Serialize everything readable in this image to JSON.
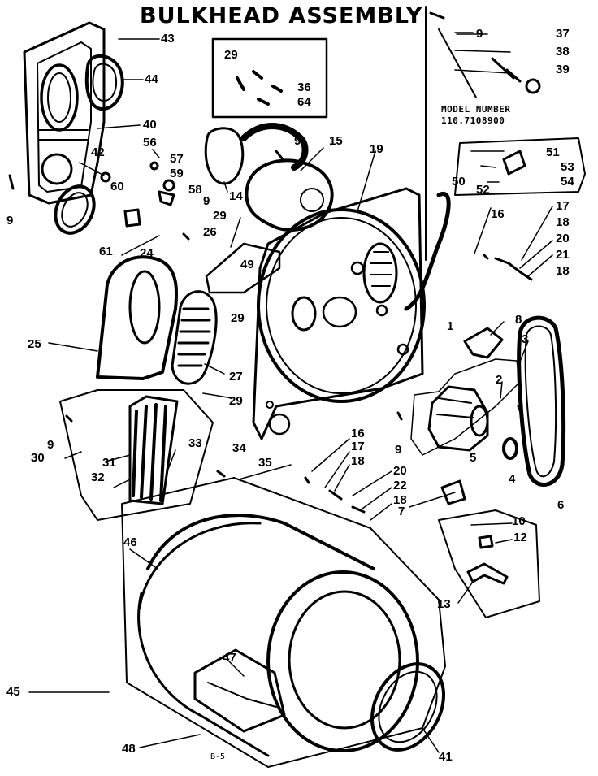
{
  "diagram": {
    "title": "BULKHEAD ASSEMBLY",
    "model_label": "MODEL NUMBER",
    "model_number": "110.7108900",
    "page_code": "B-5",
    "callouts": {
      "c1": "1",
      "c2": "2",
      "c3": "3",
      "c4": "4",
      "c5": "5",
      "c6": "6",
      "c7": "7",
      "c8": "8",
      "c9a": "9",
      "c9b": "9",
      "c9c": "9",
      "c9d": "9",
      "c9e": "9",
      "c9f": "9",
      "c10": "10",
      "c12": "12",
      "c13": "13",
      "c14": "14",
      "c15": "15",
      "c16a": "16",
      "c16b": "16",
      "c17a": "17",
      "c17b": "17",
      "c18a": "18",
      "c18b": "18",
      "c18c": "18",
      "c18d": "18",
      "c19": "19",
      "c20a": "20",
      "c20b": "20",
      "c21": "21",
      "c22": "22",
      "c24": "24",
      "c25": "25",
      "c26": "26",
      "c27": "27",
      "c29a": "29",
      "c29b": "29",
      "c29c": "29",
      "c29d": "29",
      "c30": "30",
      "c31": "31",
      "c32": "32",
      "c33": "33",
      "c34": "34",
      "c35": "35",
      "c36": "36",
      "c37": "37",
      "c38": "38",
      "c39": "39",
      "c40": "40",
      "c41": "41",
      "c42": "42",
      "c43": "43",
      "c44": "44",
      "c45": "45",
      "c46": "46",
      "c47": "47",
      "c48": "48",
      "c49": "49",
      "c50": "50",
      "c51": "51",
      "c52": "52",
      "c53": "53",
      "c54": "54",
      "c56": "56",
      "c57": "57",
      "c58": "58",
      "c59": "59",
      "c60": "60",
      "c61": "61",
      "c64": "64"
    }
  }
}
